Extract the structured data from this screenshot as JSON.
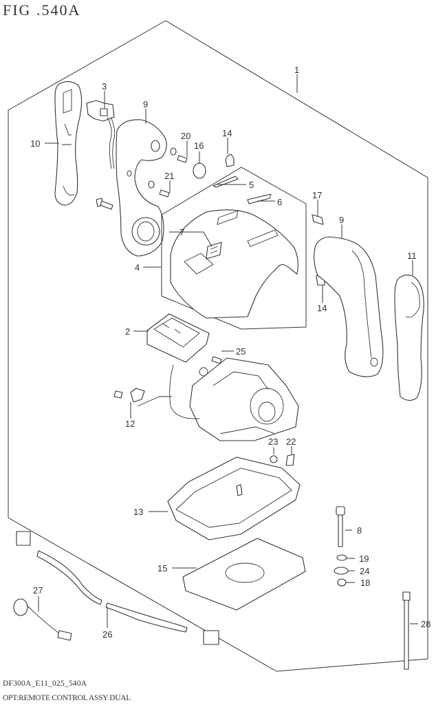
{
  "figure": {
    "title": "FIG .540A",
    "footer_code": "DF300A_E11_025_540A",
    "footer_description": "OPT:REMOTE CONTROL ASSY DUAL"
  },
  "callouts": [
    {
      "id": "1",
      "part": "remote-control-assy"
    },
    {
      "id": "2",
      "part": "switch-panel"
    },
    {
      "id": "3",
      "part": "connector"
    },
    {
      "id": "4",
      "part": "cover"
    },
    {
      "id": "5",
      "part": "emblem-label"
    },
    {
      "id": "6",
      "part": "emblem-label"
    },
    {
      "id": "7",
      "part": "logo-emblem"
    },
    {
      "id": "8",
      "part": "bolt"
    },
    {
      "id": "9",
      "part": "lever"
    },
    {
      "id": "10",
      "part": "lever-grip-harness"
    },
    {
      "id": "11",
      "part": "lever-grip"
    },
    {
      "id": "12",
      "part": "clamp"
    },
    {
      "id": "13",
      "part": "base-frame"
    },
    {
      "id": "14",
      "part": "cap"
    },
    {
      "id": "15",
      "part": "gasket-plate"
    },
    {
      "id": "16",
      "part": "cap"
    },
    {
      "id": "17",
      "part": "plate"
    },
    {
      "id": "18",
      "part": "nut"
    },
    {
      "id": "19",
      "part": "washer"
    },
    {
      "id": "20",
      "part": "screw"
    },
    {
      "id": "21",
      "part": "screw"
    },
    {
      "id": "22",
      "part": "screw"
    },
    {
      "id": "23",
      "part": "nut"
    },
    {
      "id": "24",
      "part": "washer"
    },
    {
      "id": "25",
      "part": "screw"
    },
    {
      "id": "26",
      "part": "wire-harness"
    },
    {
      "id": "27",
      "part": "sensor-harness"
    },
    {
      "id": "28",
      "part": "cable-tie"
    }
  ],
  "labels": {
    "c1": "1",
    "c2": "2",
    "c3": "3",
    "c4": "4",
    "c5": "5",
    "c6": "6",
    "c7": "7",
    "c8": "8",
    "c9a": "9",
    "c9b": "9",
    "c10": "10",
    "c11": "11",
    "c12": "12",
    "c13": "13",
    "c14a": "14",
    "c14b": "14",
    "c15": "15",
    "c16": "16",
    "c17": "17",
    "c18": "18",
    "c19": "19",
    "c20": "20",
    "c21": "21",
    "c22": "22",
    "c23": "23",
    "c24": "24",
    "c25": "25",
    "c26": "26",
    "c27": "27",
    "c28": "28"
  }
}
